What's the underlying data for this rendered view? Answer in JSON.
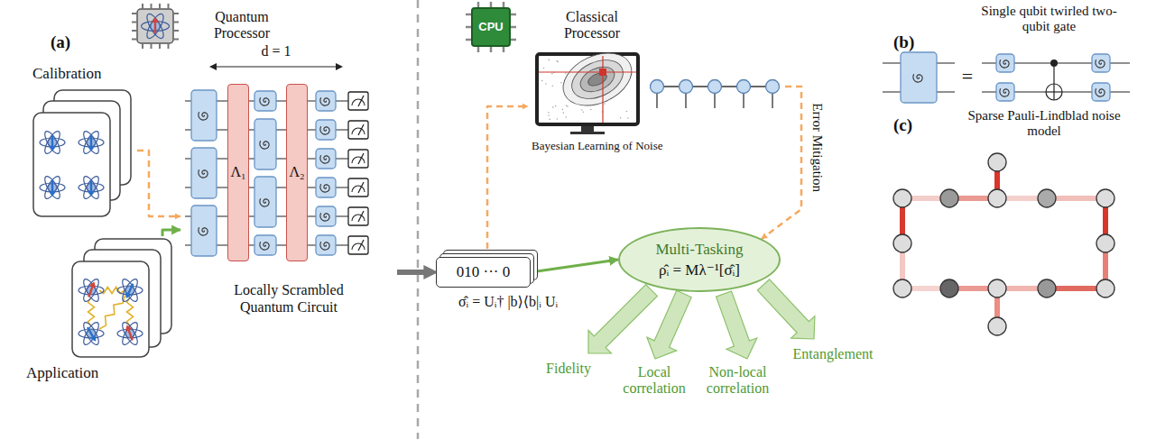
{
  "diagram": {
    "nodes": [
      {
        "text": [
          "Calibration"
        ]
      },
      {
        "text": [
          "Application"
        ]
      },
      {
        "text": [
          "Locally Scrambled Quantum Circuit"
        ]
      },
      {
        "text": [
          "Λ₁"
        ],
        "in": 2
      },
      {
        "text": [
          "Λ₂"
        ],
        "in": 2
      },
      {
        "text": [
          "010 ··· 0"
        ]
      },
      {
        "text": [
          "CPU"
        ]
      },
      {
        "text": [
          "Bayesian Learning of Noise"
        ]
      },
      {
        "text": [
          "Multi-Tasking",
          "ρ̂ᵢ = Mλ⁻¹[σ̂ᵢ]"
        ]
      }
    ],
    "edges": [
      {
        "from": 0,
        "to": 2,
        "arrow": "to"
      },
      {
        "from": 1,
        "to": 2,
        "arrow": "to"
      },
      {
        "from": 2,
        "to": 5,
        "arrow": "to"
      },
      {
        "from": 5,
        "to": 7,
        "arrow": "to"
      },
      {
        "from": 7,
        "to": 8,
        "label": "Error Mitigation",
        "arrow": "to"
      },
      {
        "from": 5,
        "to": 8,
        "arrow": "to"
      }
    ],
    "labels": [
      "(a)",
      "Quantum Processor",
      "Classical Processor",
      "d = 1",
      "σ̂ᵢ = Uᵢ† |b⟩⟨b|ᵢ Uᵢ",
      "Fidelity",
      "Local correlation",
      "Non-local correlation",
      "Entanglement",
      "(b)",
      "Single qubit twirled two-qubit gate",
      "=",
      "(c)",
      "Sparse Pauli-Lindblad noise model"
    ]
  }
}
